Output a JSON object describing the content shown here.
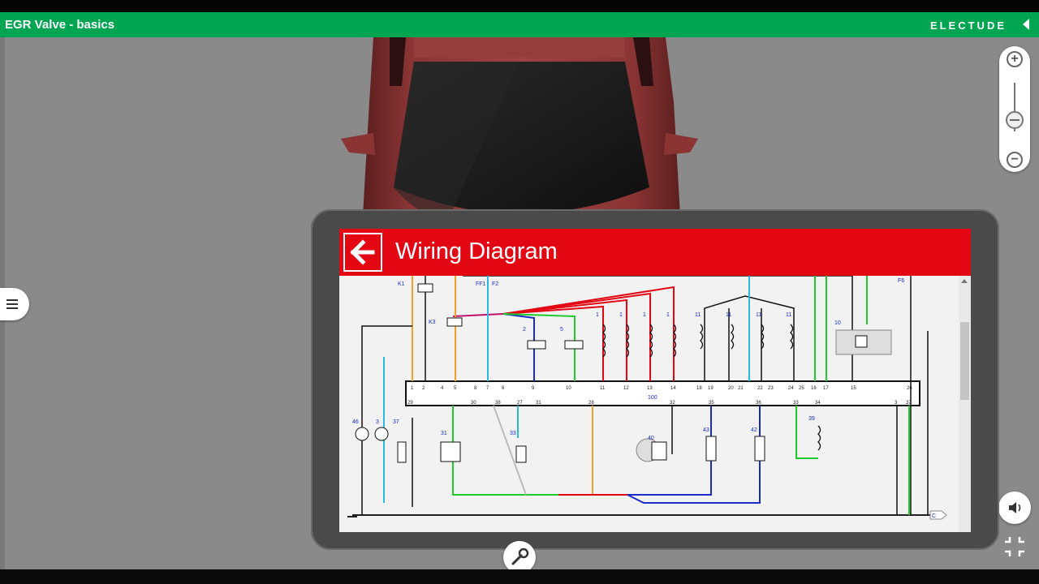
{
  "app": {
    "title": "EGR Valve - basics",
    "brand": "ELECTUDE"
  },
  "panel": {
    "title": "Wiring Diagram"
  },
  "icons": {
    "menu": "hamburger-icon",
    "zoom_in": "plus-icon",
    "zoom_out": "minus-icon",
    "back": "arrow-left-icon",
    "sound": "speaker-icon",
    "fullscreen": "collapse-icon",
    "tool": "wrench-icon"
  },
  "colors": {
    "brand_green": "#00a551",
    "header_red": "#e30613"
  },
  "diagram": {
    "top_labels": [
      "K1",
      "K3",
      "FF1",
      "F2",
      "2",
      "5",
      "1",
      "1",
      "1",
      "1",
      "11",
      "11",
      "11",
      "11",
      "10",
      "F6"
    ],
    "ecu_id": "100",
    "ecu_top_pins": [
      "1",
      "2",
      "4",
      "5",
      "8",
      "7",
      "6",
      "9",
      "10",
      "11",
      "12",
      "13",
      "14",
      "18",
      "19",
      "20",
      "21",
      "22",
      "23",
      "24",
      "25",
      "16",
      "17",
      "15",
      "26"
    ],
    "ecu_bottom_pins": [
      "29",
      "30",
      "38",
      "27",
      "31",
      "28",
      "32",
      "35",
      "36",
      "33",
      "34",
      "3",
      "37"
    ],
    "bottom_labels": [
      "46",
      "3",
      "37",
      "31",
      "33",
      "40",
      "43",
      "42",
      "39"
    ],
    "connector": "C"
  }
}
